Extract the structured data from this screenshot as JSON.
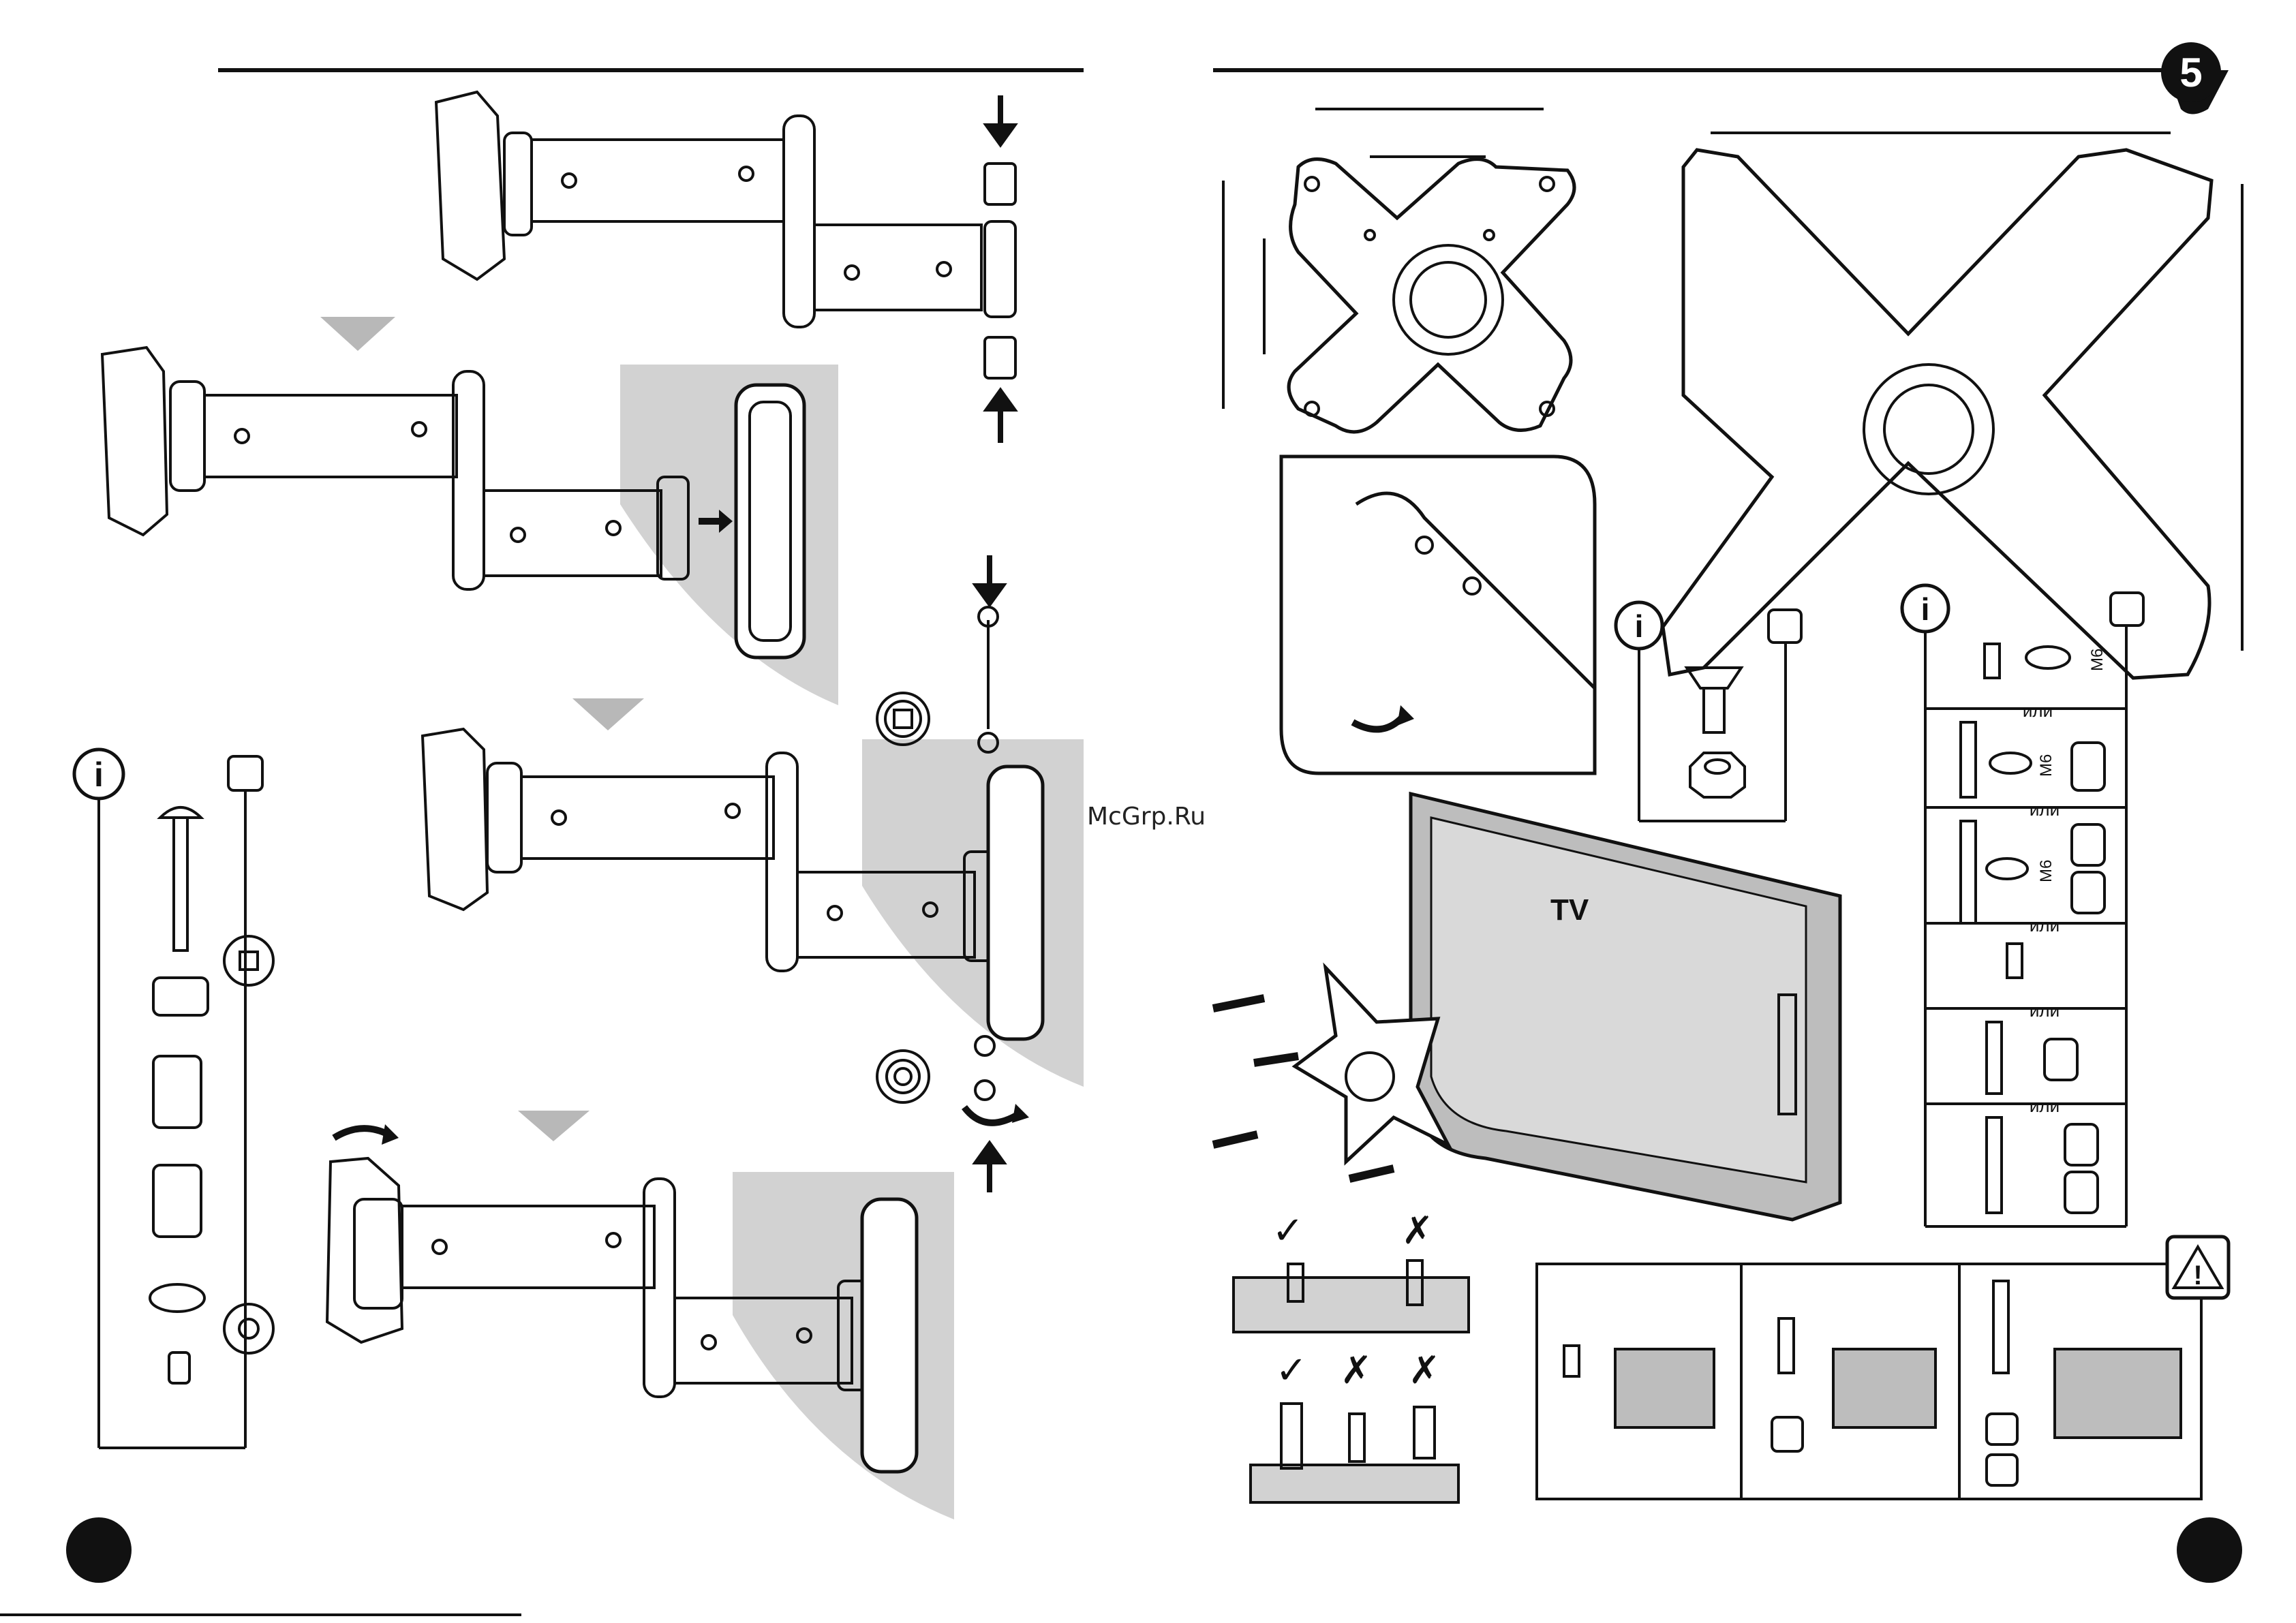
{
  "page": {
    "page_number": "5",
    "watermark": "McGrp.Ru",
    "tv_label": "TV",
    "info_glyph": "i",
    "warning_glyph": "!",
    "ok_mark": "✓",
    "bad_mark": "✗"
  },
  "screw_table": {
    "rows": [
      {
        "separator": "",
        "washer_label": "M6"
      },
      {
        "separator": "или",
        "washer_label": "M6"
      },
      {
        "separator": "или",
        "washer_label": "M6"
      },
      {
        "separator": "или",
        "washer_label": ""
      },
      {
        "separator": "или",
        "washer_label": ""
      },
      {
        "separator": "или",
        "washer_label": ""
      }
    ]
  },
  "icons": {
    "info": "info-circle-icon",
    "warning": "warning-triangle-icon",
    "rotate": "rotate-arrow-icon",
    "arrow_down": "arrow-down-icon",
    "arrow_up": "arrow-up-icon"
  }
}
